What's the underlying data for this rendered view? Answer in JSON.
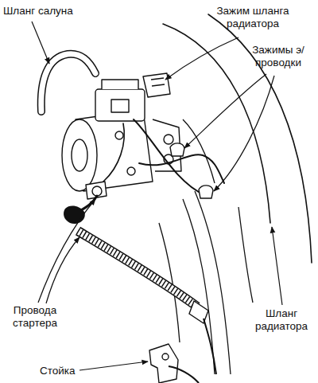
{
  "diagram": {
    "labels": [
      "Шланг салуна",
      "Зажим шланга радиатора",
      "Зажимы э/проводки",
      "Провода стартера",
      "Шланг радиатора",
      "Стойка"
    ]
  }
}
